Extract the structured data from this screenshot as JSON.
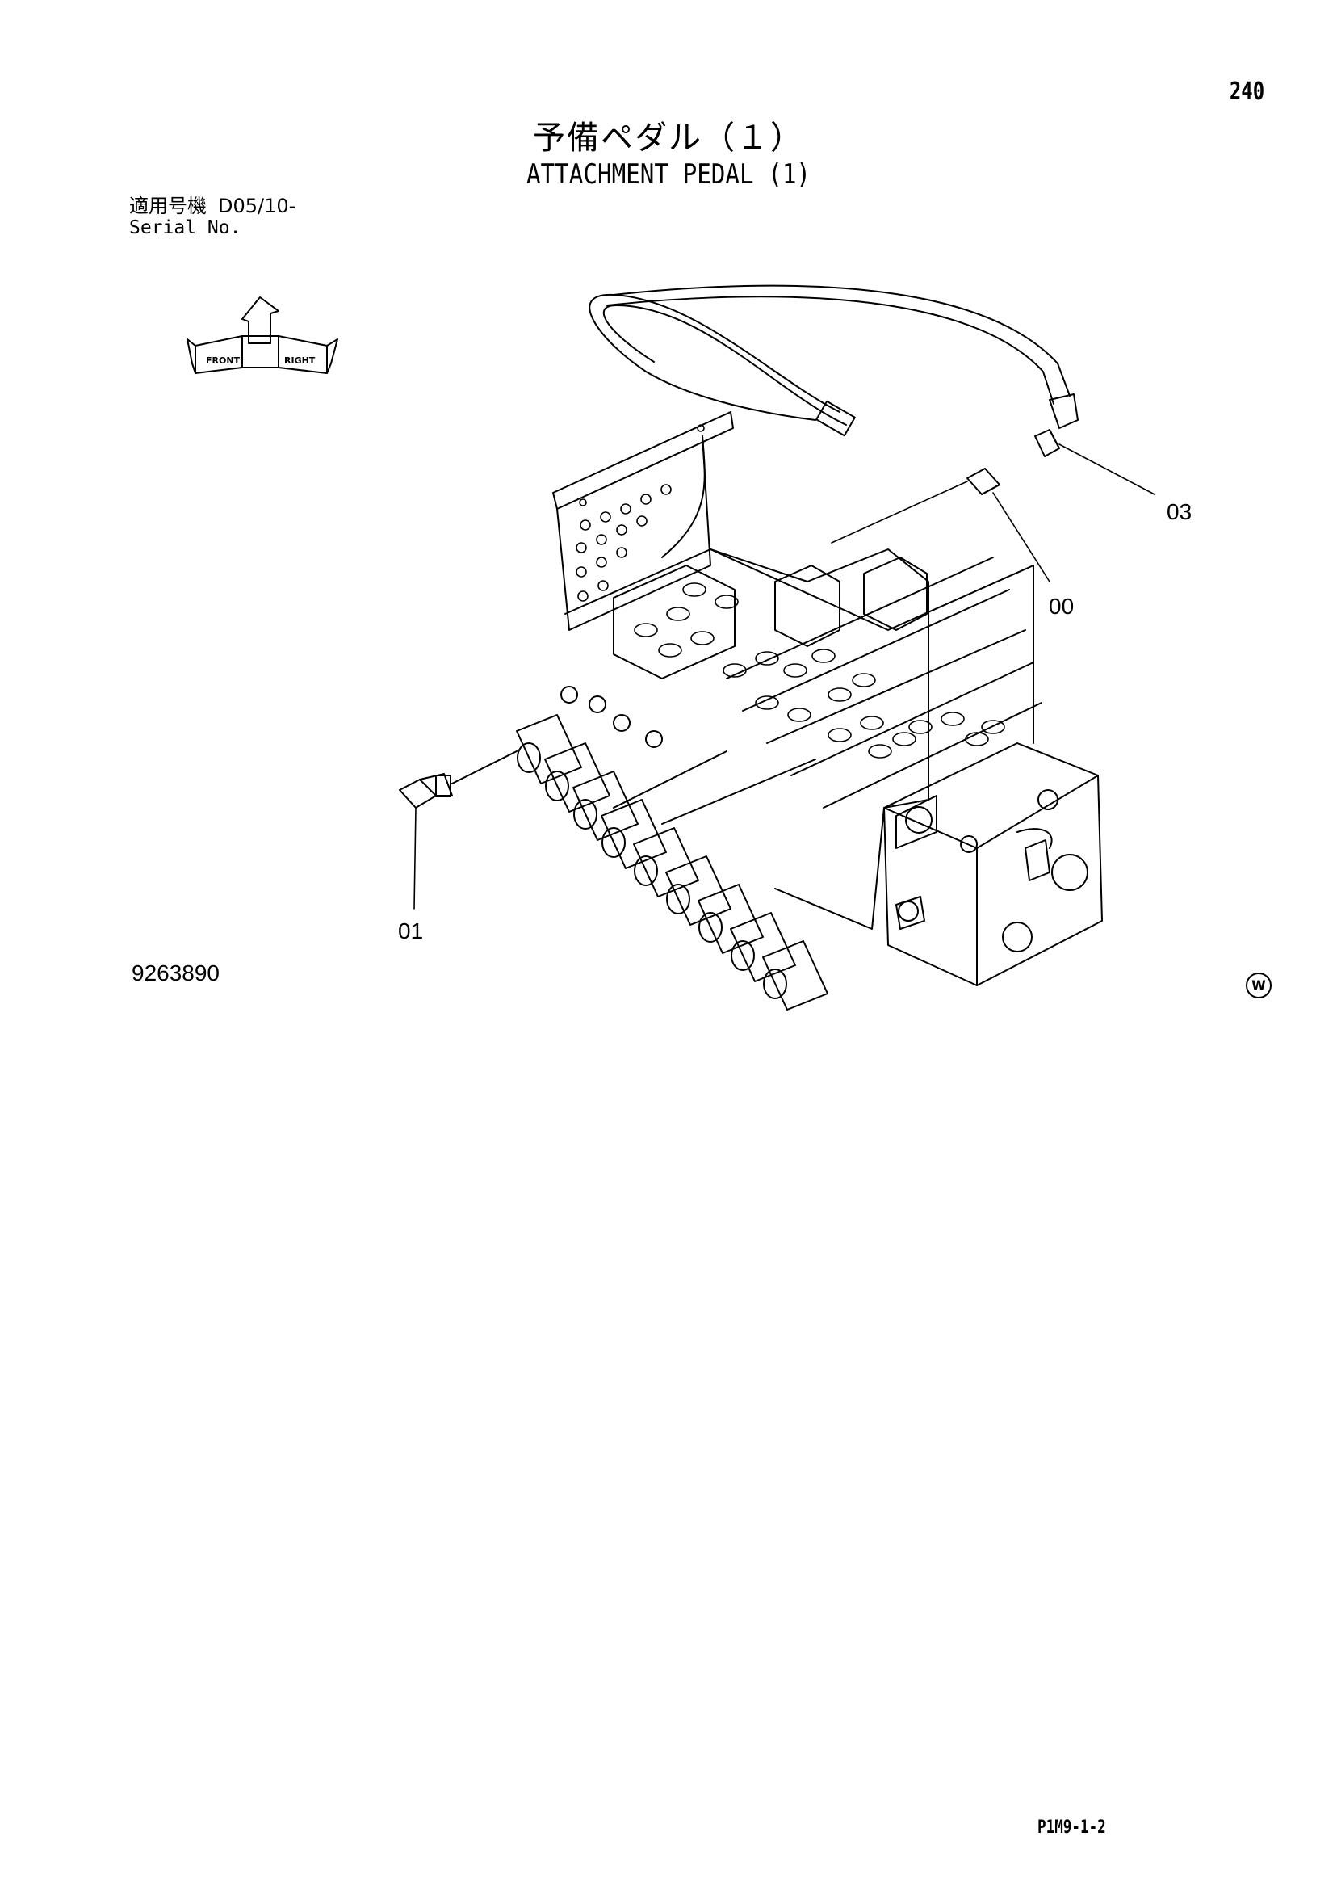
{
  "header": {
    "page_number": "240",
    "title_jp": "予備ペダル（１）",
    "title_en": "ATTACHMENT PEDAL (1)"
  },
  "serial": {
    "label_jp": "適用号機",
    "value": "D05/10-",
    "label_en": "Serial No."
  },
  "direction_icon": {
    "labels": [
      "FRONT",
      "RIGHT"
    ]
  },
  "callouts": {
    "c00": "00",
    "c01": "01",
    "c03": "03"
  },
  "drawing_number": "9263890",
  "mark": "W",
  "footer": "P1M9-1-2"
}
